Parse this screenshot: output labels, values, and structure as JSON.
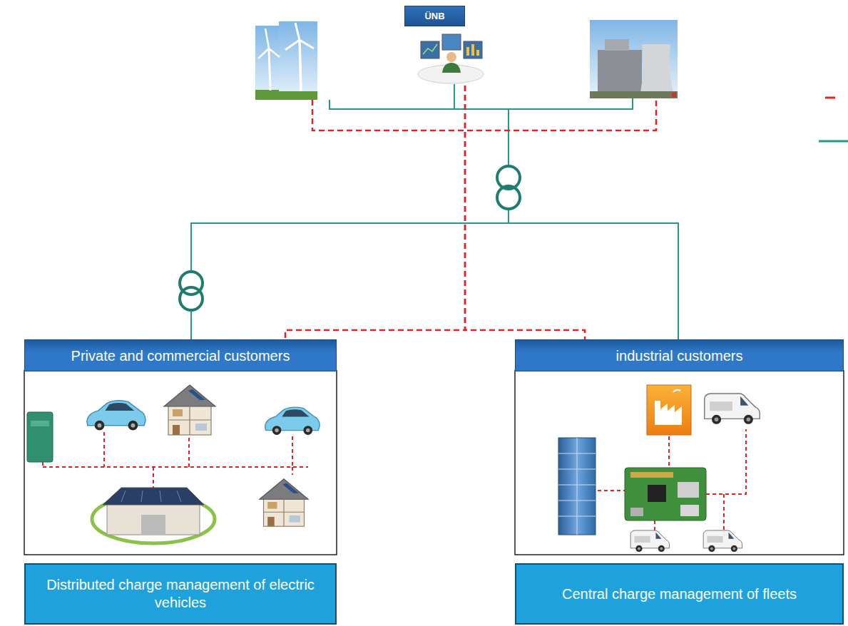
{
  "diagram": {
    "nodes": [
      {
        "text": [
          "ÜNB"
        ]
      },
      {
        "text": [
          "Private and commercial customers"
        ]
      },
      {
        "text": [
          "industrial customers"
        ]
      },
      {
        "text": [
          "Distributed charge management of electric vehicles"
        ]
      },
      {
        "text": [
          "Central charge management of fleets"
        ]
      }
    ],
    "edges": [
      {
        "from": 0,
        "to": 1,
        "arrow": "none"
      },
      {
        "from": 0,
        "to": 2,
        "arrow": "none"
      }
    ]
  }
}
